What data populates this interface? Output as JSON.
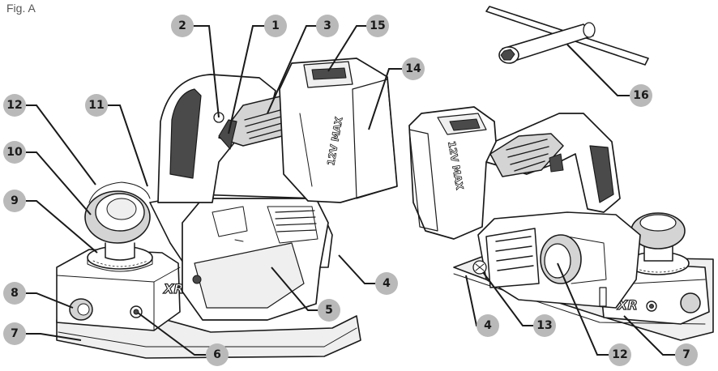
{
  "figure_label": "Fig. A",
  "callouts": [
    {
      "id": "c2",
      "label": "2"
    },
    {
      "id": "c1",
      "label": "1"
    },
    {
      "id": "c3",
      "label": "3"
    },
    {
      "id": "c15",
      "label": "15"
    },
    {
      "id": "c14",
      "label": "14"
    },
    {
      "id": "c12a",
      "label": "12"
    },
    {
      "id": "c11",
      "label": "11"
    },
    {
      "id": "c10",
      "label": "10"
    },
    {
      "id": "c9",
      "label": "9"
    },
    {
      "id": "c8",
      "label": "8"
    },
    {
      "id": "c7a",
      "label": "7"
    },
    {
      "id": "c6",
      "label": "6"
    },
    {
      "id": "c5",
      "label": "5"
    },
    {
      "id": "c4a",
      "label": "4"
    },
    {
      "id": "c16",
      "label": "16"
    },
    {
      "id": "c4b",
      "label": "4"
    },
    {
      "id": "c13",
      "label": "13"
    },
    {
      "id": "c12b",
      "label": "12"
    },
    {
      "id": "c7b",
      "label": "7"
    }
  ],
  "battery_text": "12V MAX",
  "logo_text": "XR",
  "colors": {
    "badge": "#b9b9b9",
    "line": "#1a1a1a"
  }
}
